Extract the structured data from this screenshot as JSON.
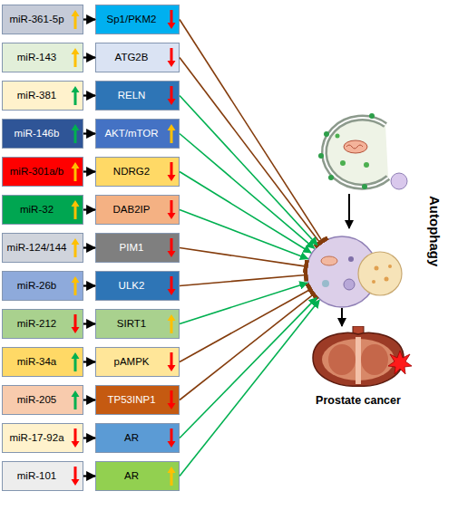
{
  "diagram": {
    "nodes": [
      {
        "text": [
          "miR-361-5p"
        ]
      },
      {
        "text": [
          "Sp1/PKM2"
        ]
      },
      {
        "text": [
          "miR-143"
        ]
      },
      {
        "text": [
          "ATG2B"
        ]
      },
      {
        "text": [
          "miR-381"
        ]
      },
      {
        "text": [
          "RELN"
        ]
      },
      {
        "text": [
          "miR-146b"
        ]
      },
      {
        "text": [
          "AKT/mTOR"
        ]
      },
      {
        "text": [
          "miR-301a/b"
        ]
      },
      {
        "text": [
          "NDRG2"
        ]
      },
      {
        "text": [
          "miR-32"
        ]
      },
      {
        "text": [
          "DAB2IP"
        ]
      },
      {
        "text": [
          "miR-124/144"
        ]
      },
      {
        "text": [
          "PIM1"
        ]
      },
      {
        "text": [
          "miR-26b"
        ]
      },
      {
        "text": [
          "ULK2"
        ]
      },
      {
        "text": [
          "miR-212"
        ]
      },
      {
        "text": [
          "SIRT1"
        ]
      },
      {
        "text": [
          "miR-34a"
        ]
      },
      {
        "text": [
          "pAMPK"
        ]
      },
      {
        "text": [
          "miR-205"
        ]
      },
      {
        "text": [
          "TP53INP1"
        ]
      },
      {
        "text": [
          "miR-17-92a"
        ]
      },
      {
        "text": [
          "AR"
        ]
      },
      {
        "text": [
          "miR-101"
        ]
      },
      {
        "text": [
          "AR"
        ]
      },
      {
        "text": [
          "Autophagy"
        ]
      },
      {
        "text": [
          "Prostate cancer"
        ]
      }
    ],
    "edges": [
      {
        "from": 0,
        "to": 1,
        "arrow": "to"
      },
      {
        "from": 1,
        "to": 26,
        "arrow": "to"
      },
      {
        "from": 2,
        "to": 3,
        "arrow": "to"
      },
      {
        "from": 3,
        "to": 26,
        "arrow": "to"
      },
      {
        "from": 4,
        "to": 5,
        "arrow": "to"
      },
      {
        "from": 5,
        "to": 26,
        "arrow": "to"
      },
      {
        "from": 6,
        "to": 7,
        "arrow": "to"
      },
      {
        "from": 7,
        "to": 26,
        "arrow": "to"
      },
      {
        "from": 8,
        "to": 9,
        "arrow": "to"
      },
      {
        "from": 9,
        "to": 26,
        "arrow": "to"
      },
      {
        "from": 10,
        "to": 11,
        "arrow": "to"
      },
      {
        "from": 11,
        "to": 26,
        "arrow": "to"
      },
      {
        "from": 12,
        "to": 13,
        "arrow": "to"
      },
      {
        "from": 13,
        "to": 26,
        "arrow": "to"
      },
      {
        "from": 14,
        "to": 15,
        "arrow": "to"
      },
      {
        "from": 15,
        "to": 26,
        "arrow": "to"
      },
      {
        "from": 16,
        "to": 17,
        "arrow": "to"
      },
      {
        "from": 17,
        "to": 26,
        "arrow": "to"
      },
      {
        "from": 18,
        "to": 19,
        "arrow": "to"
      },
      {
        "from": 19,
        "to": 26,
        "arrow": "to"
      },
      {
        "from": 20,
        "to": 21,
        "arrow": "to"
      },
      {
        "from": 21,
        "to": 26,
        "arrow": "to"
      },
      {
        "from": 22,
        "to": 23,
        "arrow": "to"
      },
      {
        "from": 23,
        "to": 26,
        "arrow": "to"
      },
      {
        "from": 24,
        "to": 25,
        "arrow": "to"
      },
      {
        "from": 25,
        "to": 26,
        "arrow": "to"
      },
      {
        "from": 26,
        "to": 27,
        "arrow": "to"
      }
    ]
  }
}
